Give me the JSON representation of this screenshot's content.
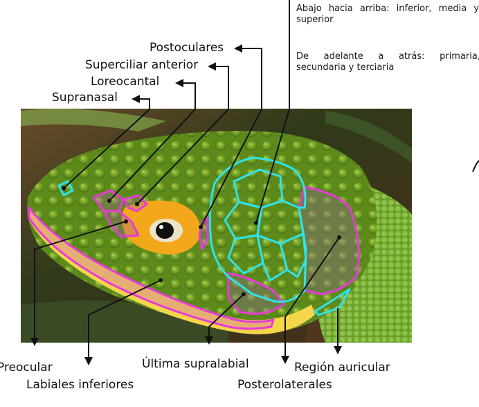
{
  "notes": {
    "row_order": "Abajo hacia arriba: inferior, media y superior",
    "front_back": "De adelante a atrás: primaria, secundaria y terciaria"
  },
  "labels": {
    "postoculares": "Postoculares",
    "superciliar_anterior": "Superciliar anterior",
    "loreocantal": "Loreocantal",
    "supranasal": "Supranasal",
    "preocular": "Preocular",
    "labiales_inferiores": "Labiales inferiores",
    "ultima_supralabial": "Última supralabial",
    "region_auricular": "Región auricular",
    "posterolaterales": "Posterolaterales"
  },
  "colors": {
    "cyan_outline": "#2fe4ec",
    "magenta_outline": "#e83ad8",
    "scale_green": "#6f9a1e",
    "eye_orange": "#f3a81c",
    "lip_yellow": "#f5d54a"
  }
}
